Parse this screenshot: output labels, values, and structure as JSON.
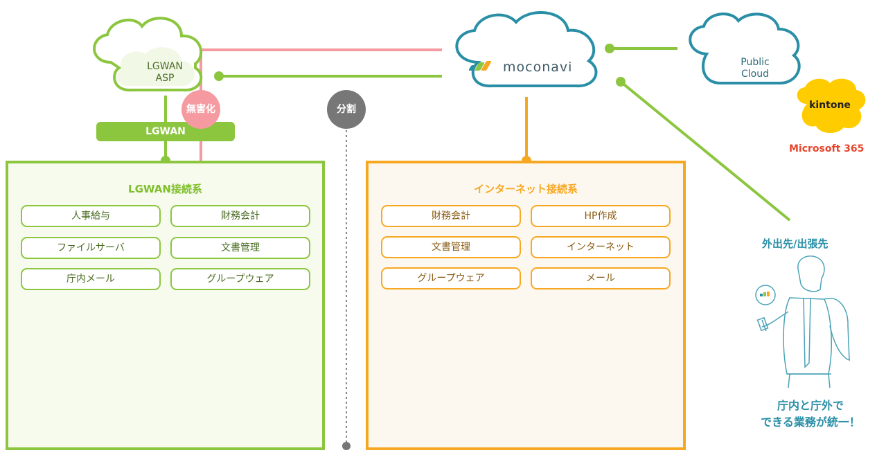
{
  "clouds": {
    "lgwan_asp": {
      "line1": "LGWAN",
      "line2": "ASP"
    },
    "moconavi": {
      "label": "moconavi"
    },
    "public_cloud": {
      "line1": "Public",
      "line2": "Cloud"
    }
  },
  "brands": {
    "kintone": "kintone",
    "microsoft365": "Microsoft 365"
  },
  "badges": {
    "sanitize": "無害化",
    "split": "分割"
  },
  "lgwan_bar": "LGWAN",
  "lgwan_panel": {
    "title": "LGWAN接続系",
    "items": [
      "人事給与",
      "財務会計",
      "ファイルサーバ",
      "文書管理",
      "庁内メール",
      "グループウェア"
    ]
  },
  "internet_panel": {
    "title": "インターネット接続系",
    "items": [
      "財務会計",
      "HP作成",
      "文書管理",
      "インターネット",
      "グループウェア",
      "メール"
    ]
  },
  "mobile": {
    "title": "外出先/出張先",
    "message_line1": "庁内と庁外で",
    "message_line2": "できる業務が統一！"
  },
  "colors": {
    "green": "#8cc63f",
    "orange": "#f7a823",
    "teal": "#2a8fa6",
    "pink": "#f59aa0",
    "gray": "#777777",
    "red": "#e8452c",
    "kintone_yellow": "#ffcc00"
  }
}
